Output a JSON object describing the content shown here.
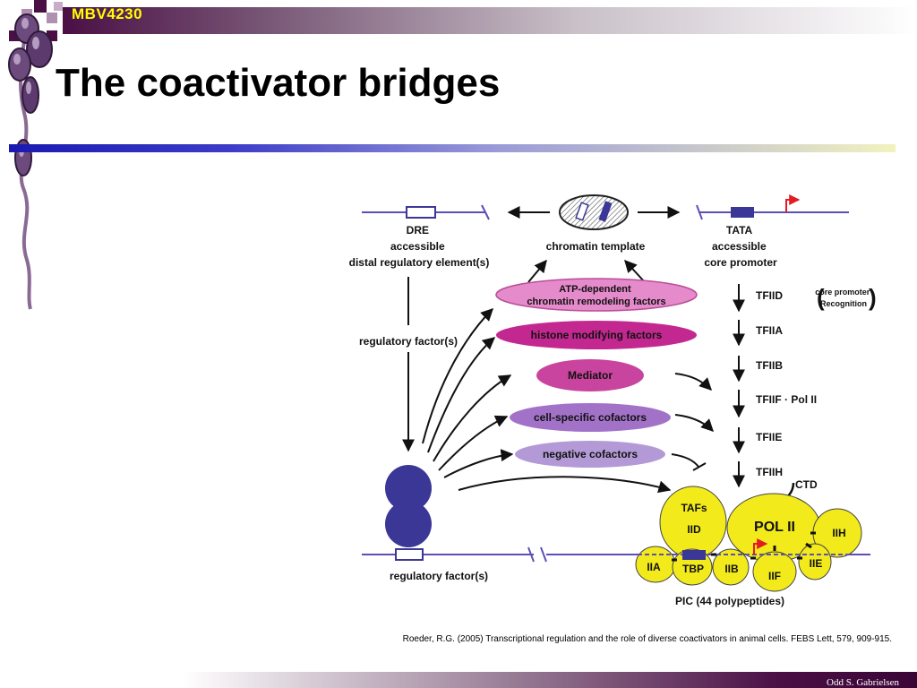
{
  "header": {
    "course_code": "MBV4230"
  },
  "slide": {
    "title": "The coactivator bridges"
  },
  "diagram": {
    "dre_label": [
      "DRE",
      "accessible",
      "distal regulatory element(s)"
    ],
    "chromatin_label": "chromatin template",
    "tata_label": [
      "TATA",
      "accessible",
      "core promoter"
    ],
    "regfactor_top": "regulatory factor(s)",
    "regfactor_bottom": "regulatory factor(s)",
    "cofactors": [
      "ATP-dependent",
      "chromatin remodeling factors",
      "histone modifying factors",
      "Mediator",
      "cell-specific cofactors",
      "negative cofactors"
    ],
    "gtf_steps": [
      "TFIID",
      "TFIIA",
      "TFIIB",
      "TFIIF",
      "TFIIE",
      "TFIIH"
    ],
    "tfiif_suffix": "Pol II",
    "tfiid_note": [
      "core promoter",
      "Recognition"
    ],
    "pic": {
      "ctd": "CTD",
      "tafs": "TAFs",
      "iid": "IID",
      "pol2": "POL II",
      "iih": "IIH",
      "iia": "IIA",
      "tbp": "TBP",
      "iib": "IIB",
      "iif": "IIF",
      "iie": "IIE",
      "caption": "PIC (44 polypeptides)"
    },
    "colors": {
      "line_blue": "#5b4fb8",
      "factor_blue": "#3b3796",
      "pink_light": "#e58acb",
      "magenta": "#c2288f",
      "mediator": "#c8449e",
      "violet": "#a272c8",
      "lavender": "#b39ad6",
      "yellow": "#f2ea1a",
      "arrow_red": "#e31b23"
    }
  },
  "citation": "Roeder, R.G. (2005) Transcriptional regulation and the role of diverse coactivators in animal cells. FEBS Lett, 579, 909-915.",
  "footer": {
    "author": "Odd S. Gabrielsen"
  }
}
